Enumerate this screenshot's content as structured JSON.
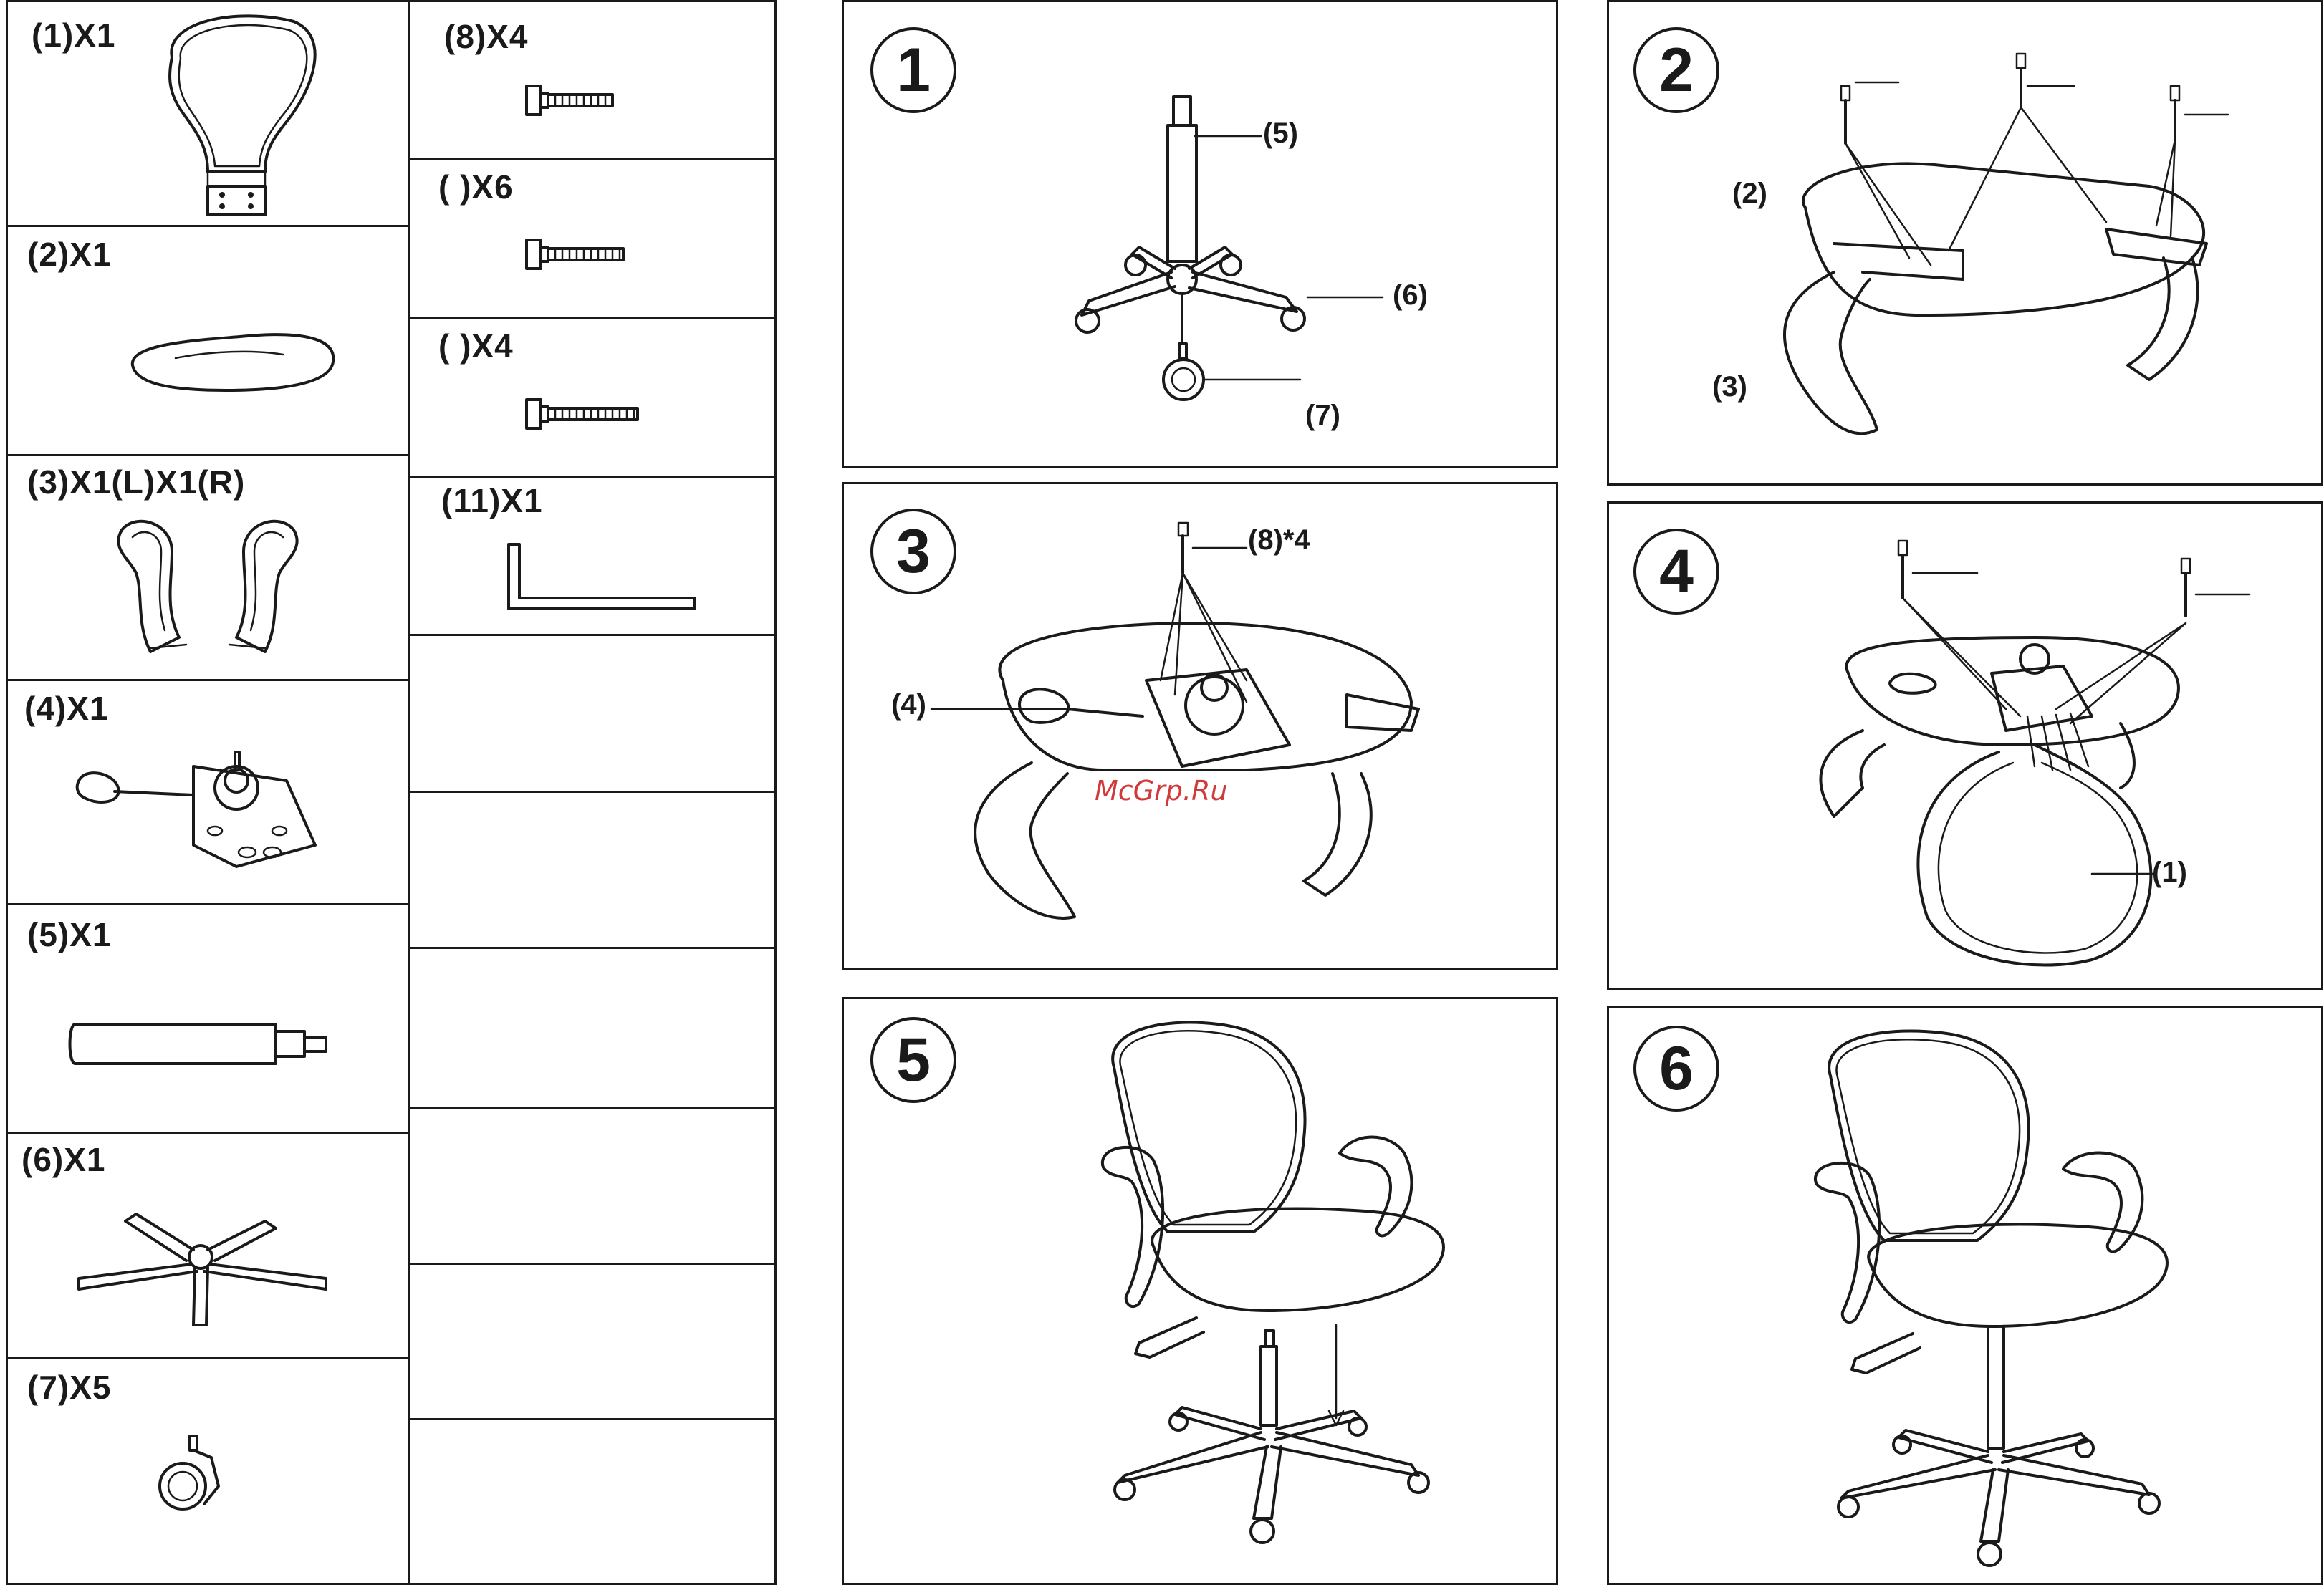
{
  "parts_left": [
    {
      "label": "(1)X1"
    },
    {
      "label": "(2)X1"
    },
    {
      "label": "(3)X1(L)X1(R)"
    },
    {
      "label": "(4)X1"
    },
    {
      "label": "(5)X1"
    },
    {
      "label": "(6)X1"
    },
    {
      "label": "(7)X5"
    }
  ],
  "parts_right": [
    {
      "label": "(8)X4"
    },
    {
      "label": "(   )X6"
    },
    {
      "label": "(   )X4"
    },
    {
      "label": "(11)X1"
    }
  ],
  "steps": [
    {
      "number": "1",
      "callouts": [
        "(5)",
        "(6)",
        "(7)"
      ]
    },
    {
      "number": "2",
      "callouts": [
        "(2)",
        "(3)"
      ]
    },
    {
      "number": "3",
      "callouts": [
        "(8)*4",
        "(4)"
      ]
    },
    {
      "number": "4",
      "callouts": [
        "(1)"
      ]
    },
    {
      "number": "5",
      "callouts": []
    },
    {
      "number": "6",
      "callouts": []
    }
  ],
  "watermark": "McGrp.Ru",
  "icons": [
    "backrest-icon",
    "seat-icon",
    "armrest-icon",
    "mechanism-icon",
    "gas-lift-icon",
    "base-icon",
    "caster-icon",
    "bolt-icon",
    "allen-key-icon",
    "chair-icon"
  ]
}
